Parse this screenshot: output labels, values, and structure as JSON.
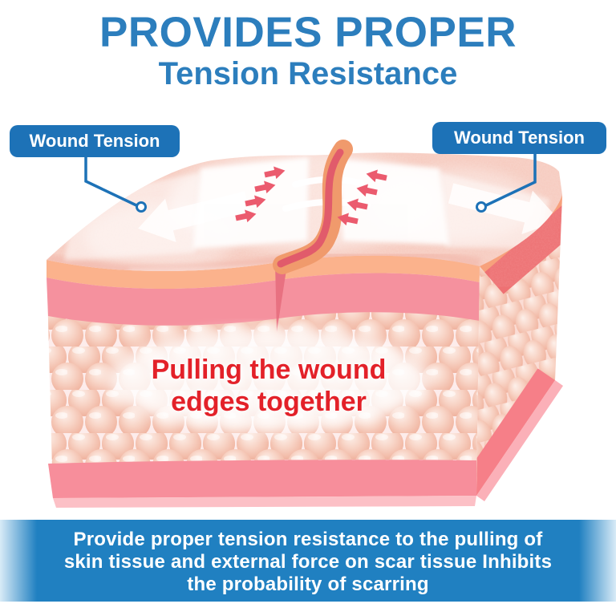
{
  "header": {
    "title": "PROVIDES PROPER",
    "subtitle": "Tension Resistance"
  },
  "callouts": {
    "left": {
      "label": "Wound Tension"
    },
    "right": {
      "label": "Wound Tension"
    }
  },
  "diagram": {
    "caption_line1": "Pulling the wound",
    "caption_line2": "edges together"
  },
  "banner": {
    "line1": "Provide proper tension resistance to the pulling of",
    "line2": "skin tissue and external force on scar tissue Inhibits",
    "line3": "the probability of scarring"
  },
  "colors": {
    "title-blue": "#2c7ebd",
    "label-blue": "#1d72b7",
    "leader-blue": "#1d72b7",
    "banner-blue": "#2080c1",
    "caption-red": "#e32129",
    "arrow-red": "#eb5b6e",
    "wound-orange": "#f09a6c",
    "wound-red": "#e15b6b",
    "skin-surface": "#f6cabe",
    "skin-band-peach": "#fbb28c",
    "skin-band-pink": "#f5919e",
    "cell-bg": "#fdeceb",
    "cell-fill": "#f5c3b2",
    "bottom-strip-pink": "#f78e9b",
    "side-band-coral": "#f7a17c",
    "side-band-red": "#ee7173",
    "side-bottom-coral": "#f67f88"
  }
}
